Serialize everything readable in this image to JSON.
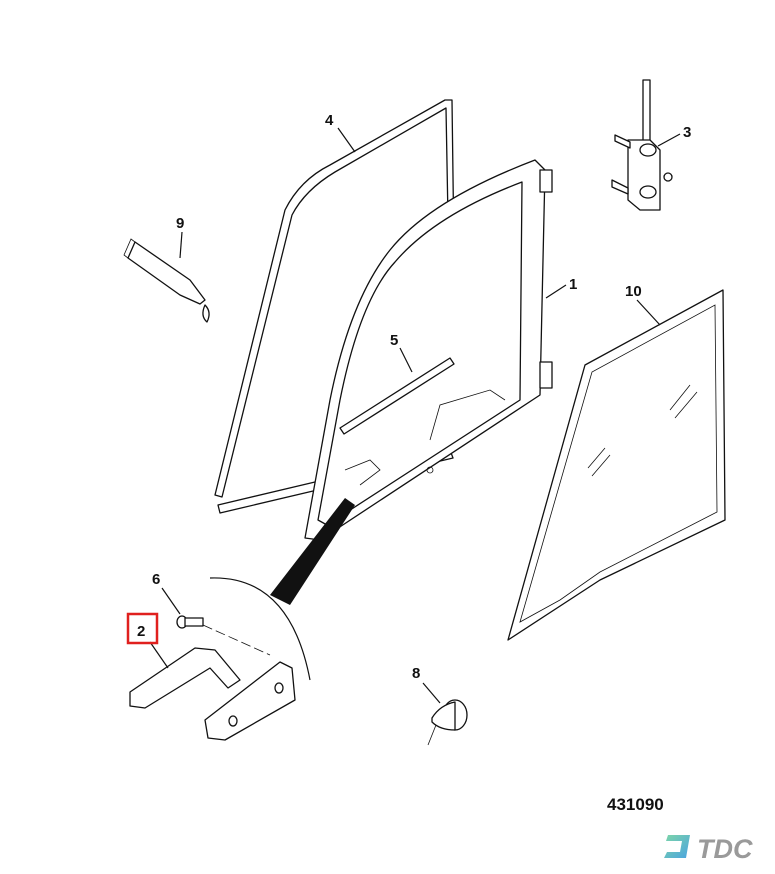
{
  "diagram": {
    "drawing_number": "431090",
    "callouts": [
      {
        "id": "1"
      },
      {
        "id": "2",
        "highlighted": true
      },
      {
        "id": "3"
      },
      {
        "id": "4"
      },
      {
        "id": "5"
      },
      {
        "id": "6"
      },
      {
        "id": "8"
      },
      {
        "id": "9"
      },
      {
        "id": "10"
      }
    ],
    "labels": {
      "c1": "1",
      "c2": "2",
      "c3": "3",
      "c4": "4",
      "c5": "5",
      "c6": "6",
      "c8": "8",
      "c9": "9",
      "c10": "10"
    },
    "highlight_color": "#e0201e",
    "logo": {
      "text": "TDC",
      "color": "#9a9a9a",
      "accent_start": "#7ed6a8",
      "accent_end": "#4aa3e0"
    }
  }
}
